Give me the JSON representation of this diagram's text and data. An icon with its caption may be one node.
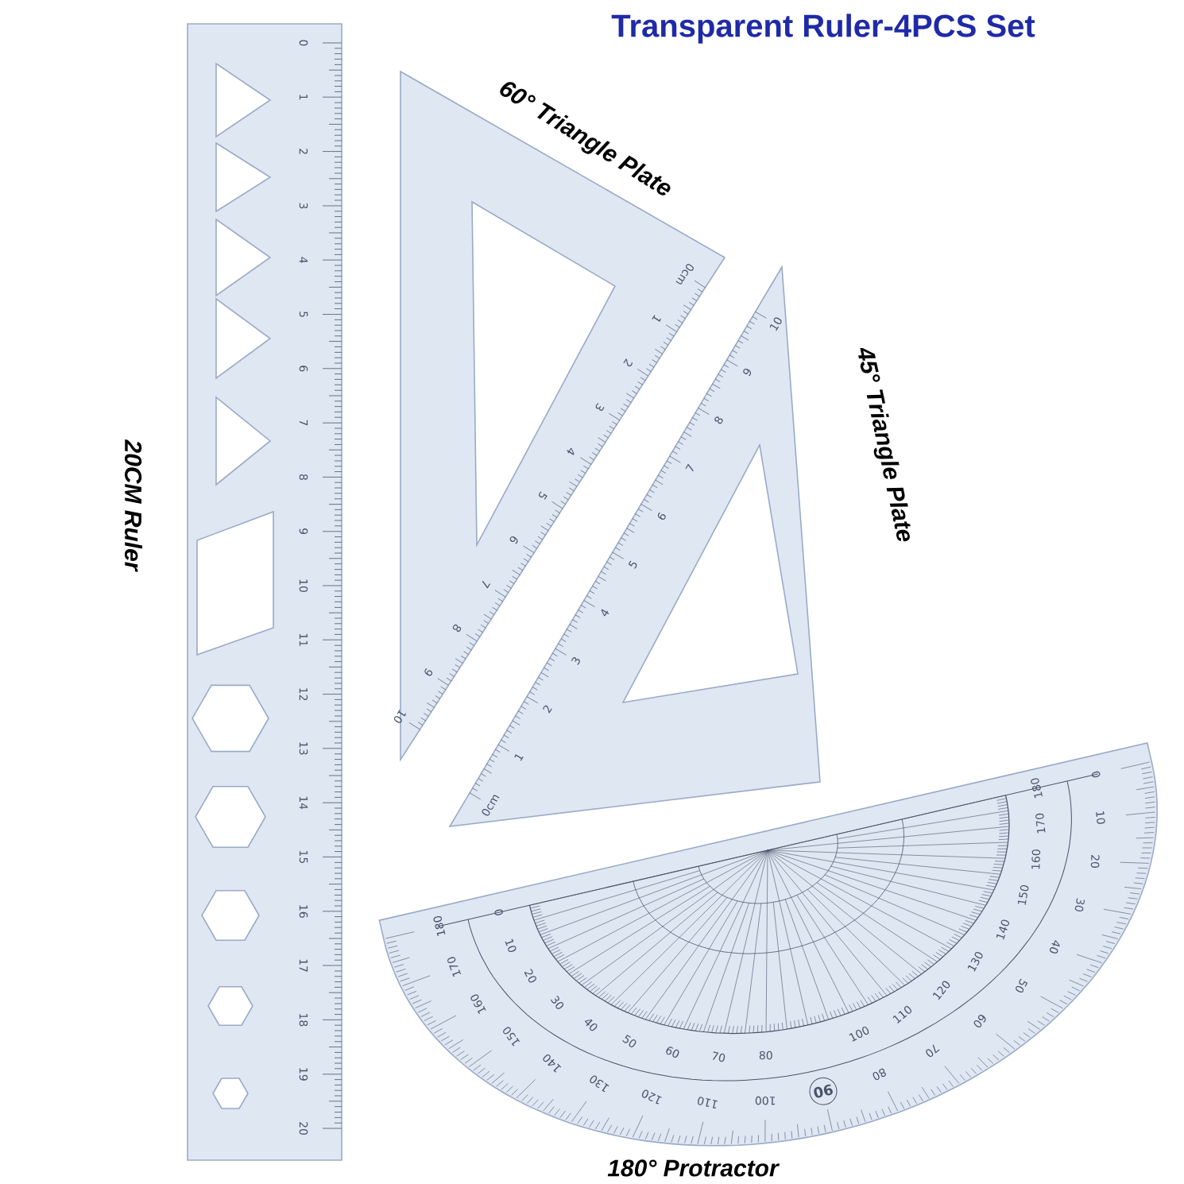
{
  "diagram": {
    "title": "Transparent Ruler-4PCS Set",
    "labels": [
      "60° Triangle Plate",
      "45° Triangle Plate",
      "20CM Ruler",
      "180° Protractor",
      "0",
      "1",
      "2",
      "3",
      "4",
      "5",
      "6",
      "7",
      "8",
      "9",
      "10",
      "11",
      "12",
      "13",
      "14",
      "15",
      "16",
      "17",
      "18",
      "19",
      "20",
      "0cm",
      "1",
      "2",
      "3",
      "4",
      "5",
      "6",
      "7",
      "8",
      "9",
      "10",
      "0cm",
      "1",
      "2",
      "3",
      "4",
      "5",
      "6",
      "7",
      "8",
      "9",
      "10",
      "0",
      "10",
      "20",
      "30",
      "40",
      "50",
      "60",
      "70",
      "80",
      "90",
      "100",
      "110",
      "120",
      "130",
      "140",
      "150",
      "160",
      "170",
      "180",
      "180",
      "170",
      "160",
      "150",
      "140",
      "130",
      "120",
      "110",
      "100",
      "80",
      "70",
      "60",
      "50",
      "40",
      "30",
      "20",
      "10",
      "0"
    ]
  }
}
